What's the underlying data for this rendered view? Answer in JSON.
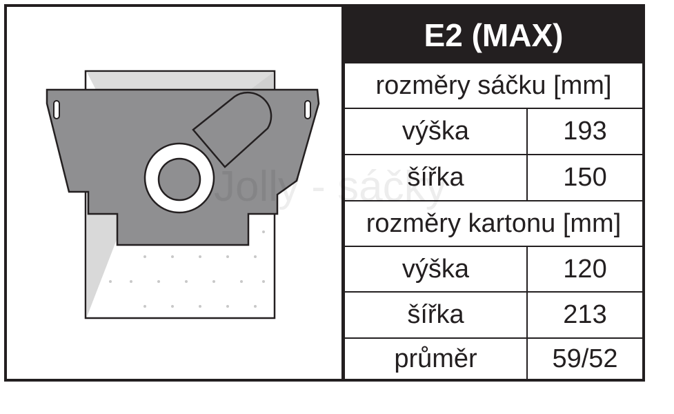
{
  "title": "E2 (MAX)",
  "bag_dimensions": {
    "header": "rozměry sáčku [mm]",
    "rows": [
      {
        "label": "výška",
        "value": "193"
      },
      {
        "label": "šířka",
        "value": "150"
      }
    ]
  },
  "carton_dimensions": {
    "header": "rozměry kartonu [mm]",
    "rows": [
      {
        "label": "výška",
        "value": "120"
      },
      {
        "label": "šířka",
        "value": "213"
      },
      {
        "label": "průměr",
        "value": "59/52"
      }
    ]
  },
  "watermark": "Jolly - sáčky",
  "colors": {
    "frame": "#231f20",
    "collar": "#8f8f91",
    "bag_shade": "#d9d9d9"
  },
  "icons": [
    "vacuum-bag-illustration"
  ]
}
